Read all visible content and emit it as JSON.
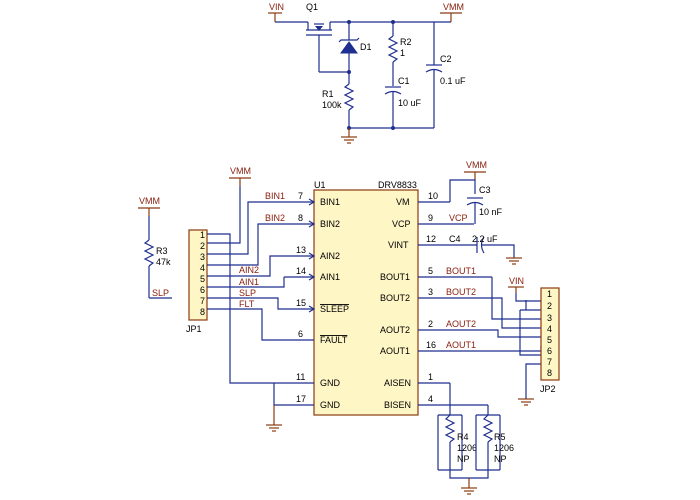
{
  "power": {
    "vin": "VIN",
    "vmm": "VMM"
  },
  "components": {
    "q1": "Q1",
    "d1": "D1",
    "r1_ref": "R1",
    "r1_val": "100k",
    "r2_ref": "R2",
    "r2_val": "1",
    "c1_ref": "C1",
    "c1_val": "10 uF",
    "c2_ref": "C2",
    "c2_val": "0.1 uF",
    "c3_ref": "C3",
    "c3_val": "10 nF",
    "c4_ref": "C4",
    "c4_val": "2.2 uF",
    "r3_ref": "R3",
    "r3_val": "47k",
    "r4_ref": "R4",
    "r4_val1": "1206",
    "r4_val2": "NP",
    "r5_ref": "R5",
    "r5_val1": "1206",
    "r5_val2": "NP"
  },
  "ic": {
    "ref": "U1",
    "part": "DRV8833",
    "left_pins": [
      {
        "name": "BIN1",
        "num": "7"
      },
      {
        "name": "BIN2",
        "num": "8"
      },
      {
        "name": "AIN2",
        "num": "13"
      },
      {
        "name": "AIN1",
        "num": "14"
      },
      {
        "name": "SLEEP",
        "num": "15"
      },
      {
        "name": "FAULT",
        "num": "6"
      },
      {
        "name": "GND",
        "num": "11"
      },
      {
        "name": "GND",
        "num": "17"
      }
    ],
    "right_pins": [
      {
        "name": "VM",
        "num": "10"
      },
      {
        "name": "VCP",
        "num": "9"
      },
      {
        "name": "VINT",
        "num": "12"
      },
      {
        "name": "BOUT1",
        "num": "5"
      },
      {
        "name": "BOUT2",
        "num": "3"
      },
      {
        "name": "AOUT2",
        "num": "2"
      },
      {
        "name": "AOUT1",
        "num": "16"
      },
      {
        "name": "AISEN",
        "num": "1"
      },
      {
        "name": "BISEN",
        "num": "4"
      }
    ]
  },
  "nets": {
    "bin1": "BIN1",
    "bin2": "BIN2",
    "ain2": "AIN2",
    "ain1": "AIN1",
    "slp": "SLP",
    "flt": "FLT",
    "vcp": "VCP",
    "bout1": "BOUT1",
    "bout2": "BOUT2",
    "aout2": "AOUT2",
    "aout1": "AOUT1"
  },
  "headers": {
    "jp1_ref": "JP1",
    "jp2_ref": "JP2",
    "pins": [
      "1",
      "2",
      "3",
      "4",
      "5",
      "6",
      "7",
      "8"
    ]
  }
}
